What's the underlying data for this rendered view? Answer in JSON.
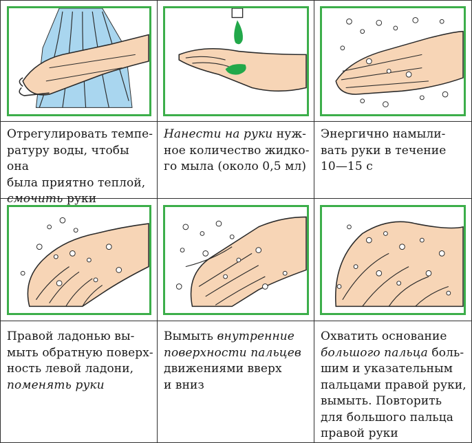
{
  "colors": {
    "frame_border": "#3cae4a",
    "skin": "#f7d5b6",
    "outline": "#2a2a2a",
    "water": "#a9d6ef",
    "soap": "#22a84a"
  },
  "steps": [
    {
      "illustration_icon": "hands-under-running-water-icon",
      "caption": [
        {
          "t": "Отрегулировать темпе-",
          "i": false
        },
        {
          "t": "ратуру воды, чтобы она",
          "i": false
        },
        {
          "t": "была приятно теплой,",
          "i": false
        },
        {
          "t": "смочить",
          "i": true,
          "rest": " руки"
        }
      ]
    },
    {
      "illustration_icon": "liquid-soap-drop-on-palm-icon",
      "caption": [
        {
          "t": "Нанести на руки",
          "i": true,
          "rest": " нуж-"
        },
        {
          "t": "ное количество жидко-",
          "i": false
        },
        {
          "t": "го мыла (около 0,5 мл)",
          "i": false
        }
      ]
    },
    {
      "illustration_icon": "soaping-hands-icon",
      "caption": [
        {
          "t": "Энергично намыли-",
          "i": false
        },
        {
          "t": "вать руки в течение",
          "i": false
        },
        {
          "t": "10—15 с",
          "i": false
        }
      ]
    },
    {
      "illustration_icon": "palm-over-back-of-hand-icon",
      "caption": [
        {
          "t": "Правой ладонью вы-",
          "i": false
        },
        {
          "t": "мыть обратную поверх-",
          "i": false
        },
        {
          "t": "ность левой ладони,",
          "i": false
        },
        {
          "t": "поменять руки",
          "i": true
        }
      ]
    },
    {
      "illustration_icon": "interlaced-fingers-icon",
      "caption": [
        {
          "t": "Вымыть ",
          "i": false,
          "tail_i": "внутренние"
        },
        {
          "t": "поверхности пальцев",
          "i": true
        },
        {
          "t": "движениями вверх",
          "i": false
        },
        {
          "t": "и вниз",
          "i": false
        }
      ]
    },
    {
      "illustration_icon": "thumb-rotation-wash-icon",
      "caption": [
        {
          "t": "Охватить основание",
          "i": false
        },
        {
          "t": "большого пальца",
          "i": true,
          "rest": " боль-"
        },
        {
          "t": "шим и указательным",
          "i": false
        },
        {
          "t": "пальцами правой руки,",
          "i": false
        },
        {
          "t": "вымыть. Повторить",
          "i": false
        },
        {
          "t": "для большого пальца",
          "i": false
        },
        {
          "t": "правой руки",
          "i": false
        }
      ]
    }
  ]
}
